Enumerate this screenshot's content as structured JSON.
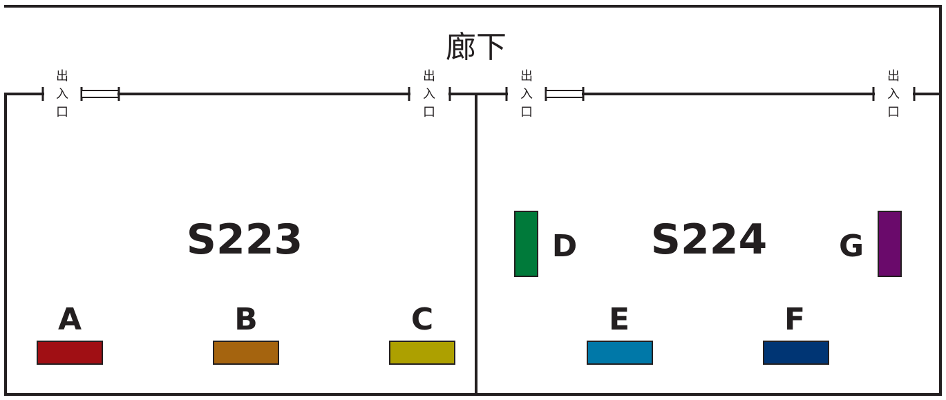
{
  "corridor": {
    "label": "廊下"
  },
  "doors": [
    {
      "label": [
        "出",
        "入",
        "口"
      ]
    },
    {
      "label": [
        "出",
        "入",
        "口"
      ]
    },
    {
      "label": [
        "出",
        "入",
        "口"
      ]
    },
    {
      "label": [
        "出",
        "入",
        "口"
      ]
    }
  ],
  "rooms": [
    {
      "name": "S223"
    },
    {
      "name": "S224"
    }
  ],
  "booths": [
    {
      "label": "A",
      "color": "#a00f14"
    },
    {
      "label": "B",
      "color": "#a5640f"
    },
    {
      "label": "C",
      "color": "#ada000"
    },
    {
      "label": "D",
      "color": "#007a3a"
    },
    {
      "label": "E",
      "color": "#0078a8"
    },
    {
      "label": "F",
      "color": "#003574"
    },
    {
      "label": "G",
      "color": "#6a0a6b"
    }
  ]
}
